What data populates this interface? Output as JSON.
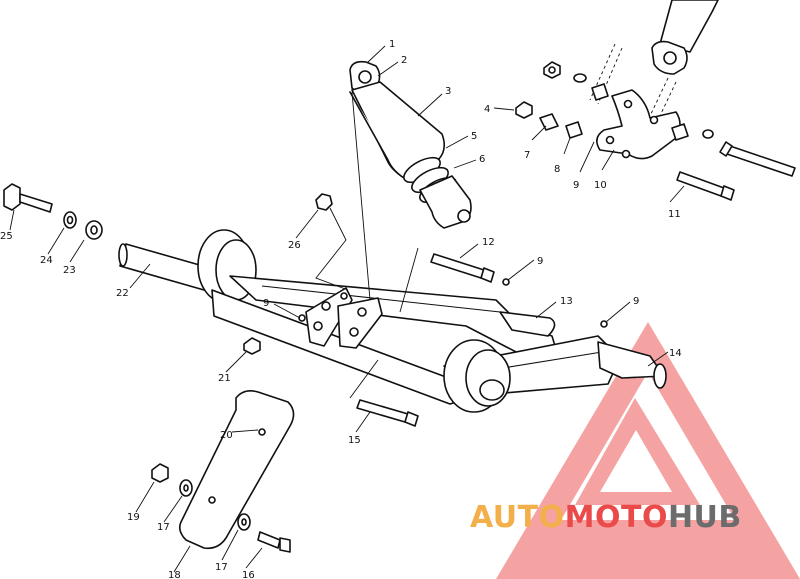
{
  "watermark": {
    "text_auto": "AUTO",
    "text_moto": "MOTO",
    "text_hub": "HUB",
    "color_auto": "#f3b04a",
    "color_moto": "#ea4a4a",
    "color_hub": "#6c6c6c",
    "triangle_color": "#ef6d6d"
  },
  "callouts": [
    "1",
    "2",
    "3",
    "4",
    "5",
    "6",
    "7",
    "8",
    "9",
    "10",
    "11",
    "12",
    "9",
    "13",
    "9",
    "14",
    "26",
    "9",
    "22",
    "23",
    "24",
    "25",
    "21",
    "15",
    "20",
    "19",
    "17",
    "17",
    "16",
    "18"
  ]
}
